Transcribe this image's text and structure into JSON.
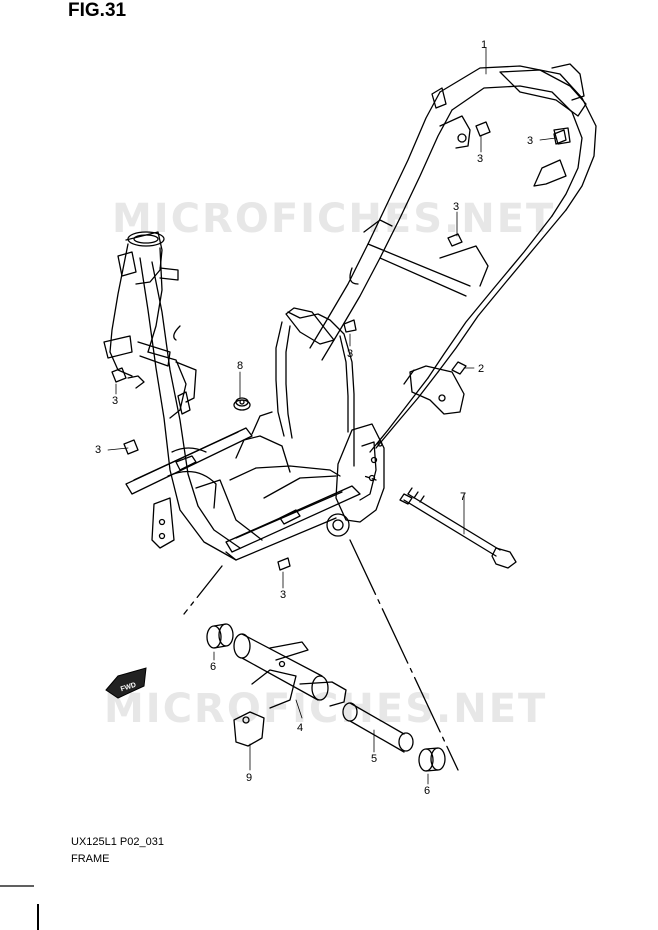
{
  "figure": {
    "title": "FIG.31",
    "code": "UX125L1 P02_031",
    "name": "FRAME"
  },
  "watermark": "MICROFICHES.NET",
  "fwd_label": "FWD",
  "callouts": [
    {
      "id": "c1",
      "label": "1"
    },
    {
      "id": "c2",
      "label": "2"
    },
    {
      "id": "c3a",
      "label": "3"
    },
    {
      "id": "c3b",
      "label": "3"
    },
    {
      "id": "c3c",
      "label": "3"
    },
    {
      "id": "c3d",
      "label": "3"
    },
    {
      "id": "c3e",
      "label": "3"
    },
    {
      "id": "c3f",
      "label": "3"
    },
    {
      "id": "c3g",
      "label": "3"
    },
    {
      "id": "c4",
      "label": "4"
    },
    {
      "id": "c5",
      "label": "5"
    },
    {
      "id": "c6a",
      "label": "6"
    },
    {
      "id": "c6b",
      "label": "6"
    },
    {
      "id": "c7",
      "label": "7"
    },
    {
      "id": "c8",
      "label": "8"
    },
    {
      "id": "c9",
      "label": "9"
    }
  ]
}
